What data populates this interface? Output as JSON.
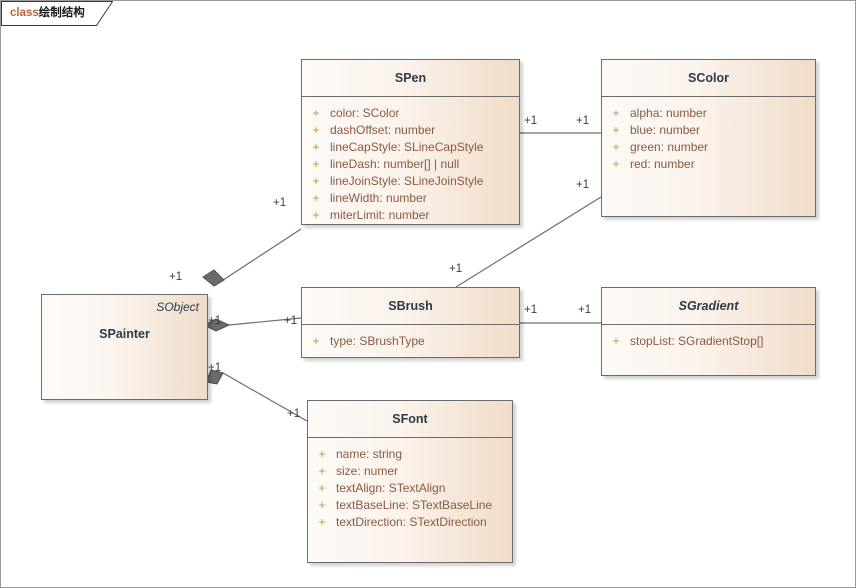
{
  "diagram": {
    "frame": {
      "keyword": "class",
      "name": "绘制结构"
    },
    "title": "class绘制结构",
    "colors": {
      "box_fill_light": "#fdfaf7",
      "box_fill_dark": "#f0dcc8",
      "box_border": "#6b6b6b",
      "class_name": "#2e3a46",
      "attribute_text": "#8a5a42",
      "visibility_plus": "#d08a3e",
      "multiplicity": "#2f3f56",
      "connector": "#6e6e6e",
      "frame_keyword": "#c0633a"
    },
    "classes": [
      {
        "id": "spainter",
        "name": "SPainter",
        "stereotype": "SObject",
        "abstract": false,
        "kind": "plain",
        "attributes": []
      },
      {
        "id": "spen",
        "name": "SPen",
        "abstract": false,
        "kind": "compartment",
        "attributes": [
          {
            "visibility": "+",
            "signature": "color: SColor"
          },
          {
            "visibility": "+",
            "signature": "dashOffset: number"
          },
          {
            "visibility": "+",
            "signature": "lineCapStyle: SLineCapStyle"
          },
          {
            "visibility": "+",
            "signature": "lineDash: number[] | null"
          },
          {
            "visibility": "+",
            "signature": "lineJoinStyle: SLineJoinStyle"
          },
          {
            "visibility": "+",
            "signature": "lineWidth: number"
          },
          {
            "visibility": "+",
            "signature": "miterLimit: number"
          }
        ]
      },
      {
        "id": "scolor",
        "name": "SColor",
        "abstract": false,
        "kind": "compartment",
        "attributes": [
          {
            "visibility": "+",
            "signature": "alpha: number"
          },
          {
            "visibility": "+",
            "signature": "blue: number"
          },
          {
            "visibility": "+",
            "signature": "green: number"
          },
          {
            "visibility": "+",
            "signature": "red: number"
          }
        ]
      },
      {
        "id": "sbrush",
        "name": "SBrush",
        "abstract": false,
        "kind": "compartment",
        "attributes": [
          {
            "visibility": "+",
            "signature": "type: SBrushType"
          }
        ]
      },
      {
        "id": "sgradient",
        "name": "SGradient",
        "abstract": true,
        "kind": "compartment",
        "attributes": [
          {
            "visibility": "+",
            "signature": "stopList: SGradientStop[]"
          }
        ]
      },
      {
        "id": "sfont",
        "name": "SFont",
        "abstract": false,
        "kind": "compartment",
        "attributes": [
          {
            "visibility": "+",
            "signature": "name: string"
          },
          {
            "visibility": "+",
            "signature": "size: numer"
          },
          {
            "visibility": "+",
            "signature": "textAlign: STextAlign"
          },
          {
            "visibility": "+",
            "signature": "textBaseLine: STextBaseLine"
          },
          {
            "visibility": "+",
            "signature": "textDirection: STextDirection"
          }
        ]
      }
    ],
    "associations": [
      {
        "id": "spainter-spen",
        "from": "SPainter",
        "to": "SPen",
        "type": "aggregation",
        "source_multiplicity": "+1",
        "target_multiplicity": "+1"
      },
      {
        "id": "spainter-sbrush",
        "from": "SPainter",
        "to": "SBrush",
        "type": "aggregation",
        "source_multiplicity": "+1",
        "target_multiplicity": "+1"
      },
      {
        "id": "spainter-sfont",
        "from": "SPainter",
        "to": "SFont",
        "type": "aggregation",
        "source_multiplicity": "+1",
        "target_multiplicity": "+1"
      },
      {
        "id": "spen-scolor",
        "from": "SPen",
        "to": "SColor",
        "type": "association",
        "source_multiplicity": "+1",
        "target_multiplicity": "+1"
      },
      {
        "id": "sbrush-scolor",
        "from": "SBrush",
        "to": "SColor",
        "type": "association",
        "source_multiplicity": "+1",
        "target_multiplicity": "+1"
      },
      {
        "id": "sbrush-sgradient",
        "from": "SBrush",
        "to": "SGradient",
        "type": "association",
        "source_multiplicity": "+1",
        "target_multiplicity": "+1"
      }
    ],
    "multiplicity_labels": [
      {
        "id": "m-spainter-spen-src",
        "text": "+1"
      },
      {
        "id": "m-spen-src",
        "text": "+1"
      },
      {
        "id": "m-spen-scolor-src",
        "text": "+1"
      },
      {
        "id": "m-spen-scolor-tgt",
        "text": "+1"
      },
      {
        "id": "m-scolor-sbrush-tgt",
        "text": "+1"
      },
      {
        "id": "m-sbrush-scolor-src",
        "text": "+1"
      },
      {
        "id": "m-spainter-sbrush-src",
        "text": "+1"
      },
      {
        "id": "m-sbrush-tgt",
        "text": "+1"
      },
      {
        "id": "m-sbrush-sgrad-src",
        "text": "+1"
      },
      {
        "id": "m-sgradient-tgt",
        "text": "+1"
      },
      {
        "id": "m-spainter-sfont-src",
        "text": "+1"
      },
      {
        "id": "m-sfont-tgt",
        "text": "+1"
      }
    ]
  }
}
